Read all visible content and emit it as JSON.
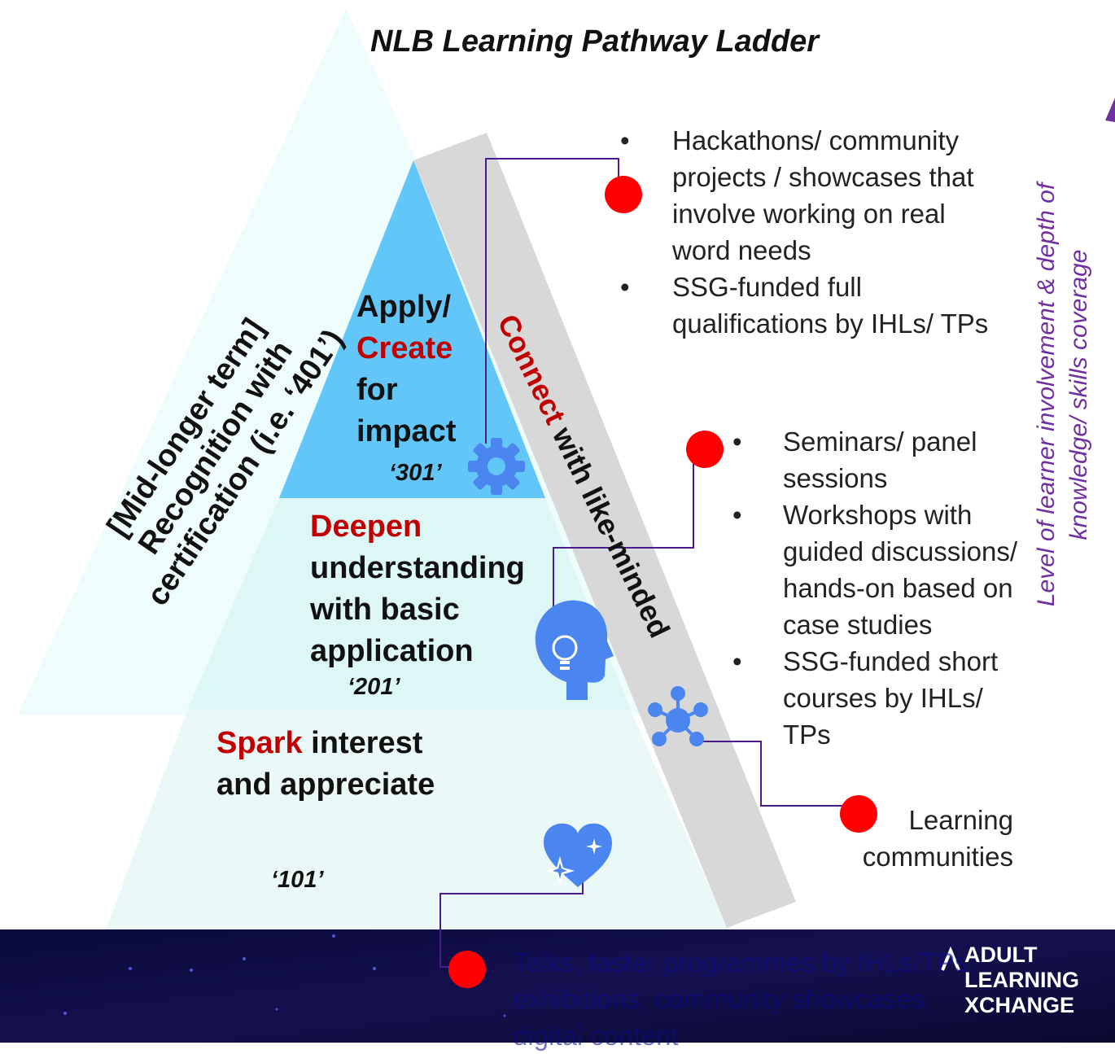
{
  "title": "NLB Learning Pathway Ladder",
  "outer_label": "[Mid-longer term] Recognition with certification (i.e. ‘401’)",
  "levels": {
    "apply": {
      "line1": "Apply/",
      "line2": "Create",
      "line3": "for",
      "line4": "impact",
      "code": "‘301’"
    },
    "deepen": {
      "highlight": "Deepen",
      "line2": "understanding",
      "line3": "with basic",
      "line4": "application",
      "code": "‘201’"
    },
    "spark": {
      "highlight": "Spark",
      "rest": " interest",
      "line2": "and appreciate",
      "code": "‘101’"
    }
  },
  "connect": {
    "highlight": "Connect",
    "rest": " with like-minded"
  },
  "side_label": {
    "line1": "Level of learner involvement & depth of",
    "line2": "knowledge/ skills coverage"
  },
  "top_bullets": [
    "Hackathons/ community projects / showcases that involve working on real word needs",
    "SSG-funded full qualifications by IHLs/ TPs"
  ],
  "mid_bullets": [
    "Seminars/ panel sessions",
    "Workshops with guided discussions/ hands-on based on case studies",
    "SSG-funded short courses by IHLs/ TPs"
  ],
  "learning_communities": "Learning communities",
  "talks_text": "Talks, taster programmes by IHLs/TPs, exhibitions, community showcases, digital content",
  "logo": {
    "line1": "ADULT",
    "line2": "LEARNING",
    "line3": "XCHANGE"
  },
  "icons": [
    "gear-icon",
    "head-lightbulb-icon",
    "network-icon",
    "heart-sparkle-icon",
    "up-arrow-icon"
  ],
  "colors": {
    "red": "#c00000",
    "connector": "#4b1a8c",
    "dot": "#ff0000",
    "apply_fill": "#62c6f8",
    "side_text": "#7030a0",
    "banner": "#0b0b3a"
  }
}
